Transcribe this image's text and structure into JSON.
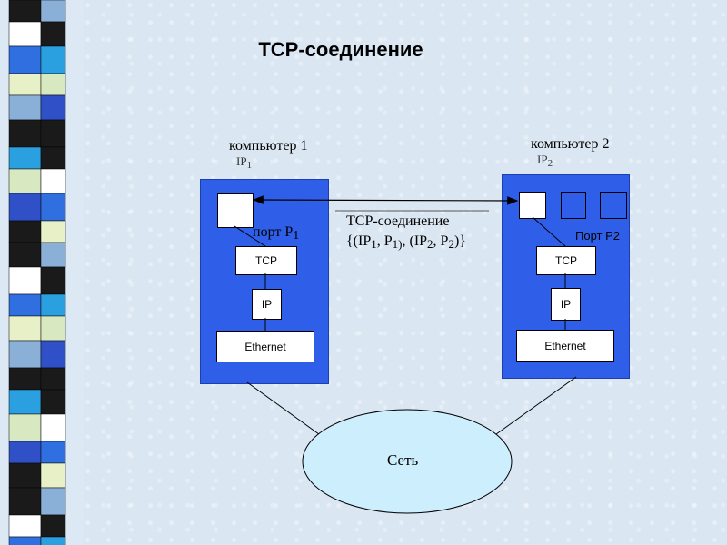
{
  "title": "TCP-соединение",
  "computer1": {
    "name": "компьютер 1",
    "ip": "IP",
    "ip_sub": "1",
    "port_label": "порт P",
    "port_sub": "1",
    "layers": {
      "tcp": "TCP",
      "ip": "IP",
      "ethernet": "Ethernet"
    }
  },
  "computer2": {
    "name": "компьютер 2",
    "ip": "IP",
    "ip_sub": "2",
    "port_label": "Порт P2",
    "layers": {
      "tcp": "TCP",
      "ip": "IP",
      "ethernet": "Ethernet"
    }
  },
  "connection": {
    "label": "TCP-соединение",
    "t1": "{(IP",
    "s1": "1",
    "t2": ", P",
    "s2": "1)",
    "t3": ", (IP",
    "s3": "2",
    "t4": ", P",
    "s4": "2",
    "t5": ")}"
  },
  "network": {
    "label": "Сеть"
  },
  "colors": {
    "computer_box": "#2f5fe8",
    "network_ellipse": "#cdeefc",
    "background": "#dae6f2"
  }
}
